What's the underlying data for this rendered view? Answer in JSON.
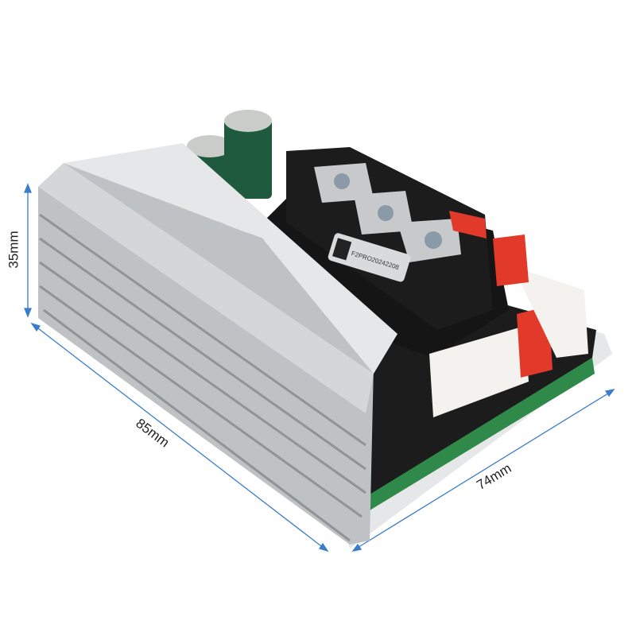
{
  "dimensions": {
    "height_label": "35mm",
    "length_label": "85mm",
    "width_label": "74mm",
    "line_color": "#3a7dc9"
  },
  "product": {
    "label_text": "F2PRO20242208",
    "heatsink_color": "#d9dbdc",
    "pcb_color": "#2f8a4a",
    "terminal_color": "#1c1c1c",
    "connector_color": "#e23a2a",
    "capacitor_color": "#1f5a3e",
    "xt_connector_color": "#f2b21c"
  }
}
